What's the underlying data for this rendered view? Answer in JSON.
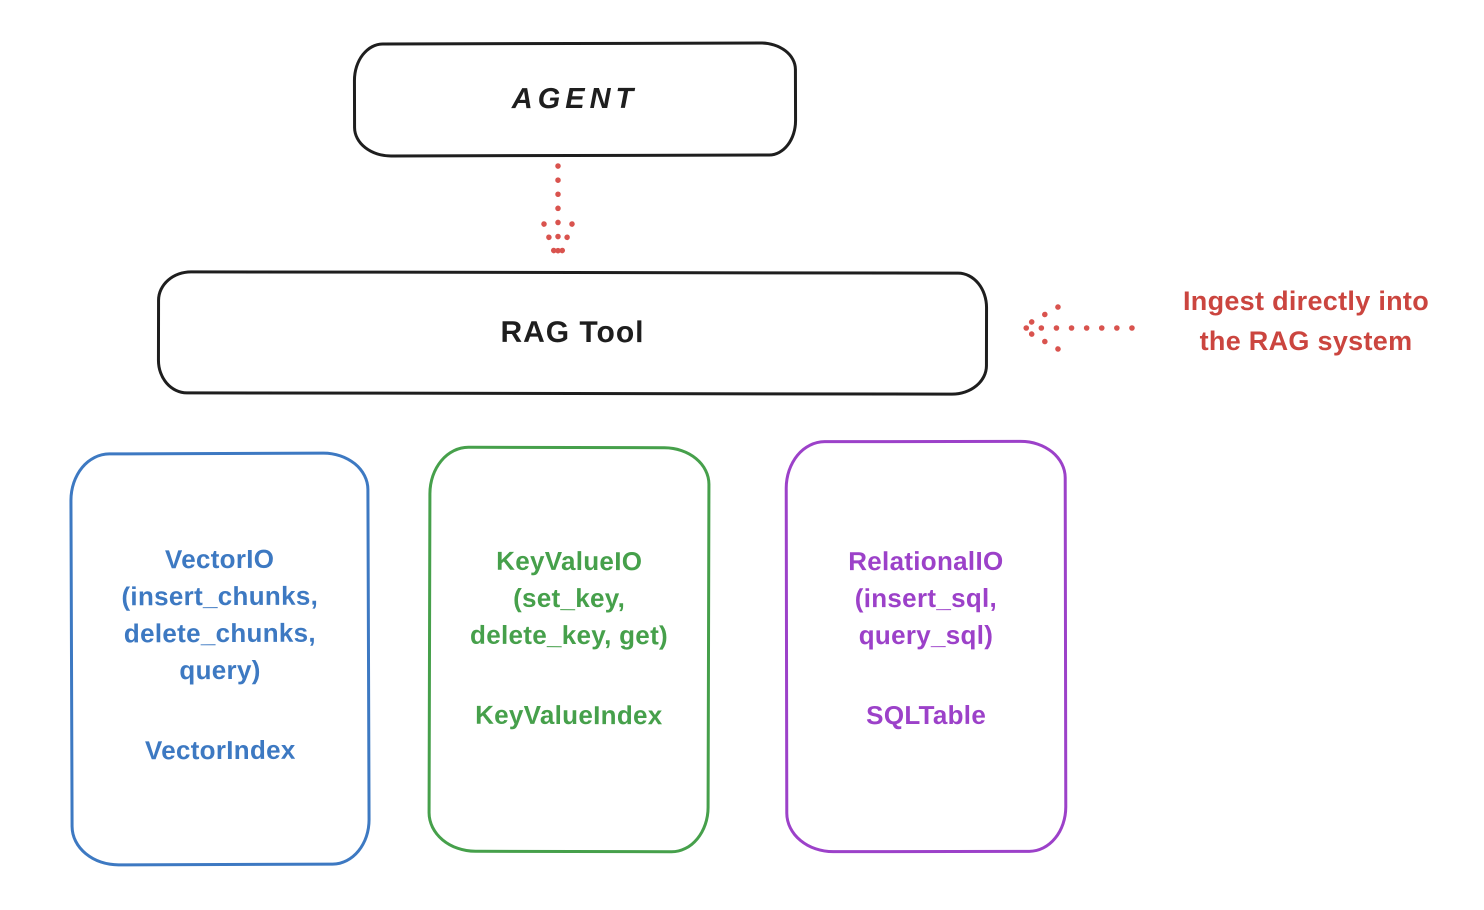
{
  "diagram": {
    "agent_box": {
      "label": "AGENT"
    },
    "rag_tool_box": {
      "label": "RAG Tool"
    },
    "annotation": {
      "text": "Ingest directly into\nthe RAG system",
      "color": "#cb453f"
    },
    "arrows": {
      "agent_to_rag": {
        "name": "dotted-down-arrow",
        "color": "#d9534e"
      },
      "annotation_to_rag": {
        "name": "dotted-left-arrow",
        "color": "#d9534e"
      }
    },
    "backends": [
      {
        "name": "vector-io",
        "color": "#3d79c2",
        "title": "VectorIO\n(insert_chunks,\ndelete_chunks,\nquery)",
        "index_label": "VectorIndex"
      },
      {
        "name": "key-value-io",
        "color": "#46a04b",
        "title": "KeyValueIO\n(set_key,\ndelete_key, get)",
        "index_label": "KeyValueIndex"
      },
      {
        "name": "relational-io",
        "color": "#9c41c9",
        "title": "RelationalIO\n(insert_sql,\nquery_sql)",
        "index_label": "SQLTable"
      }
    ],
    "colors": {
      "ink": "#1e1e1e",
      "red": "#d9534e",
      "blue": "#3d79c2",
      "green": "#46a04b",
      "purple": "#9c41c9",
      "background": "#ffffff"
    }
  }
}
